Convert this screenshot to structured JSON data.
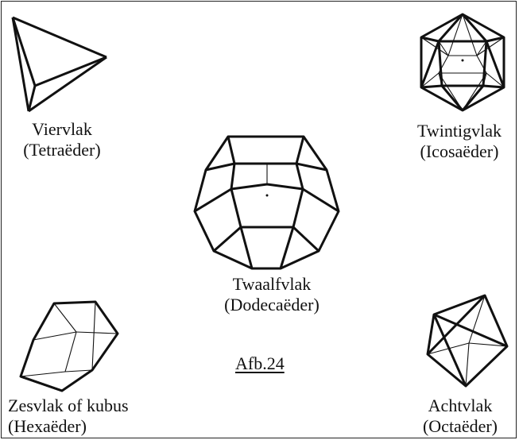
{
  "figure": {
    "caption": "Afb.24",
    "border_color": "#222222",
    "line_color": "#111111"
  },
  "solids": {
    "tetrahedron": {
      "name": "Viervlak",
      "greek": "(Tetraëder)",
      "icon": "tetrahedron-icon"
    },
    "icosahedron": {
      "name": "Twintigvlak",
      "greek": "(Icosaëder)",
      "icon": "icosahedron-icon"
    },
    "dodecahedron": {
      "name": "Twaalfvlak",
      "greek": "(Dodecaëder)",
      "icon": "dodecahedron-icon"
    },
    "hexahedron": {
      "name": "Zesvlak of kubus",
      "greek": "(Hexaëder)",
      "icon": "cube-icon"
    },
    "octahedron": {
      "name": "Achtvlak",
      "greek": "(Octaëder)",
      "icon": "octahedron-icon"
    }
  }
}
